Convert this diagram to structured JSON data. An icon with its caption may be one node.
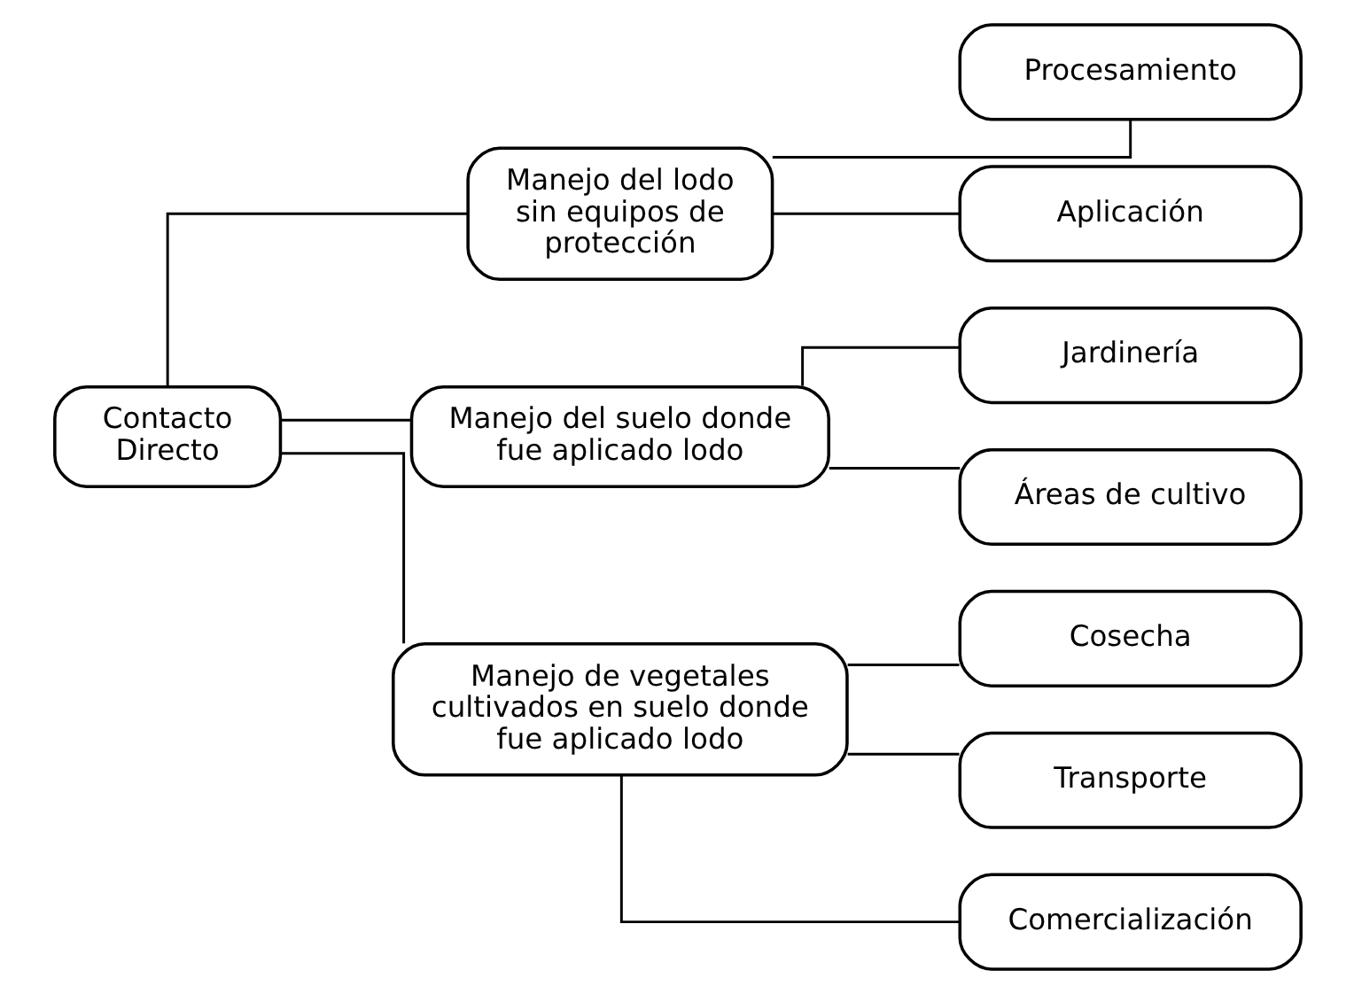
{
  "diagram": {
    "nodes": [
      {
        "text": [
          "Contacto Directo"
        ]
      },
      {
        "text": [
          "Manejo del lodo sin equipos de protección"
        ]
      },
      {
        "text": [
          "Procesamiento"
        ]
      },
      {
        "text": [
          "Aplicación"
        ]
      },
      {
        "text": [
          "Manejo del suelo donde fue aplicado lodo"
        ]
      },
      {
        "text": [
          "Jardinería"
        ]
      },
      {
        "text": [
          "Áreas de cultivo"
        ]
      },
      {
        "text": [
          "Manejo de vegetales cultivados en suelo donde fue aplicado lodo"
        ]
      },
      {
        "text": [
          "Cosecha"
        ]
      },
      {
        "text": [
          "Transporte"
        ]
      },
      {
        "text": [
          "Comercialización"
        ]
      }
    ],
    "edges": [
      {
        "from": 0,
        "to": 1,
        "arrow": "none"
      },
      {
        "from": 0,
        "to": 4,
        "arrow": "none"
      },
      {
        "from": 0,
        "to": 7,
        "arrow": "none"
      },
      {
        "from": 1,
        "to": 2,
        "arrow": "none"
      },
      {
        "from": 1,
        "to": 3,
        "arrow": "none"
      },
      {
        "from": 4,
        "to": 5,
        "arrow": "none"
      },
      {
        "from": 4,
        "to": 6,
        "arrow": "none"
      },
      {
        "from": 7,
        "to": 8,
        "arrow": "none"
      },
      {
        "from": 7,
        "to": 9,
        "arrow": "none"
      },
      {
        "from": 7,
        "to": 10,
        "arrow": "none"
      }
    ]
  }
}
